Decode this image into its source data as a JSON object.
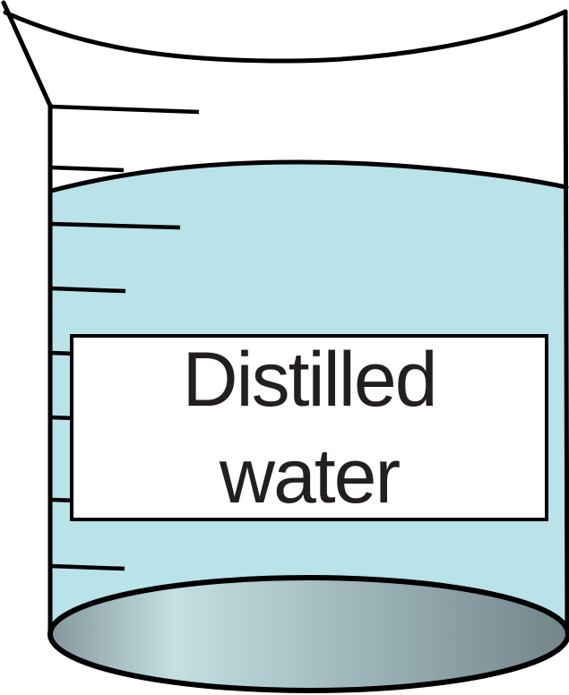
{
  "figure": {
    "type": "beaker-illustration",
    "description": "Laboratory beaker with pour spout and graduation marks, mostly filled with liquid, bearing a label",
    "label": {
      "line1": "Distilled",
      "line2": "water",
      "full_text": "Distilled water"
    },
    "graduation_tick_count": 8
  },
  "colors": {
    "background": "#ffffff",
    "outline": "#000000",
    "water": "#b9e2e9",
    "label_background": "#ffffff",
    "label_border": "#000000",
    "label_text": "#231f20",
    "bottom_gradient_left": "#85979c",
    "bottom_gradient_light": "#c4e0e3",
    "bottom_gradient_right": "#72858a"
  }
}
